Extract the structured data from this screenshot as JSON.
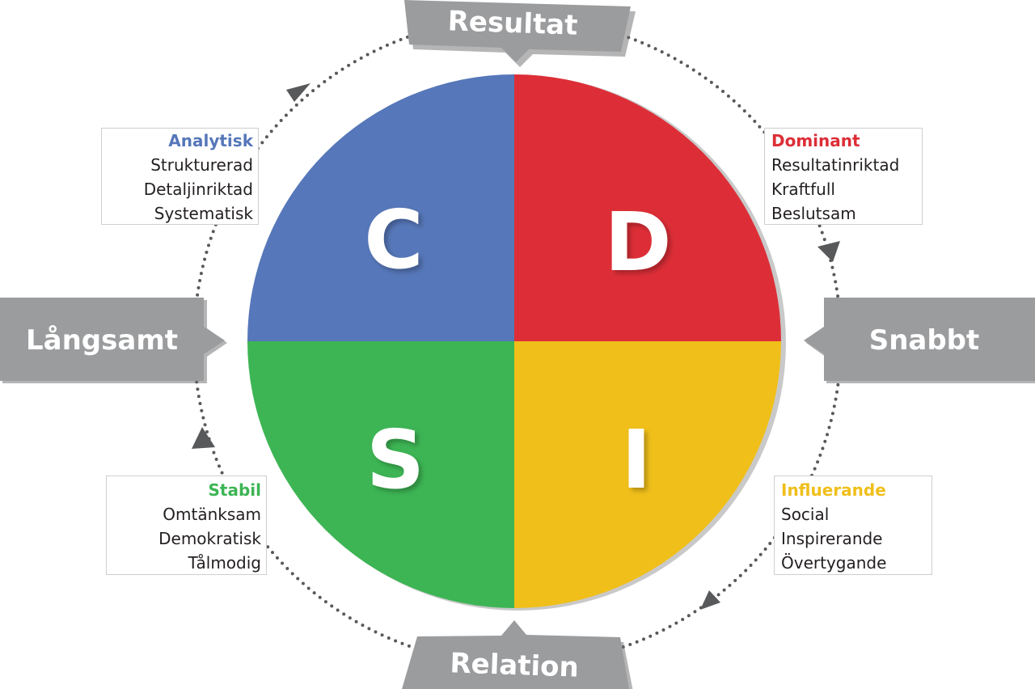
{
  "colors": {
    "analytisk": "#5677b9",
    "dominant": "#dd2e37",
    "stabil": "#3db554",
    "influerande": "#f0bf1a",
    "tag_gray": "#9b9c9e",
    "arrow": "#58595b"
  },
  "axis": {
    "top": "Resultat",
    "bottom": "Relation",
    "left": "Långsamt",
    "right": "Snabbt"
  },
  "quadrants": {
    "c": {
      "letter": "C"
    },
    "d": {
      "letter": "D"
    },
    "s": {
      "letter": "S"
    },
    "i": {
      "letter": "I"
    }
  },
  "boxes": {
    "analytisk": {
      "title": "Analytisk",
      "traits": [
        "Strukturerad",
        "Detaljinriktad",
        "Systematisk"
      ]
    },
    "dominant": {
      "title": "Dominant",
      "traits": [
        "Resultatinriktad",
        "Kraftfull",
        "Beslutsam"
      ]
    },
    "stabil": {
      "title": "Stabil",
      "traits": [
        "Omtänksam",
        "Demokratisk",
        "Tålmodig"
      ]
    },
    "influerande": {
      "title": "Influerande",
      "traits": [
        "Social",
        "Inspirerande",
        "Övertygande"
      ]
    }
  },
  "icons": [
    "arrow-up-right-icon",
    "arrow-down-right-icon",
    "arrow-down-left-icon",
    "arrow-up-left-icon"
  ]
}
